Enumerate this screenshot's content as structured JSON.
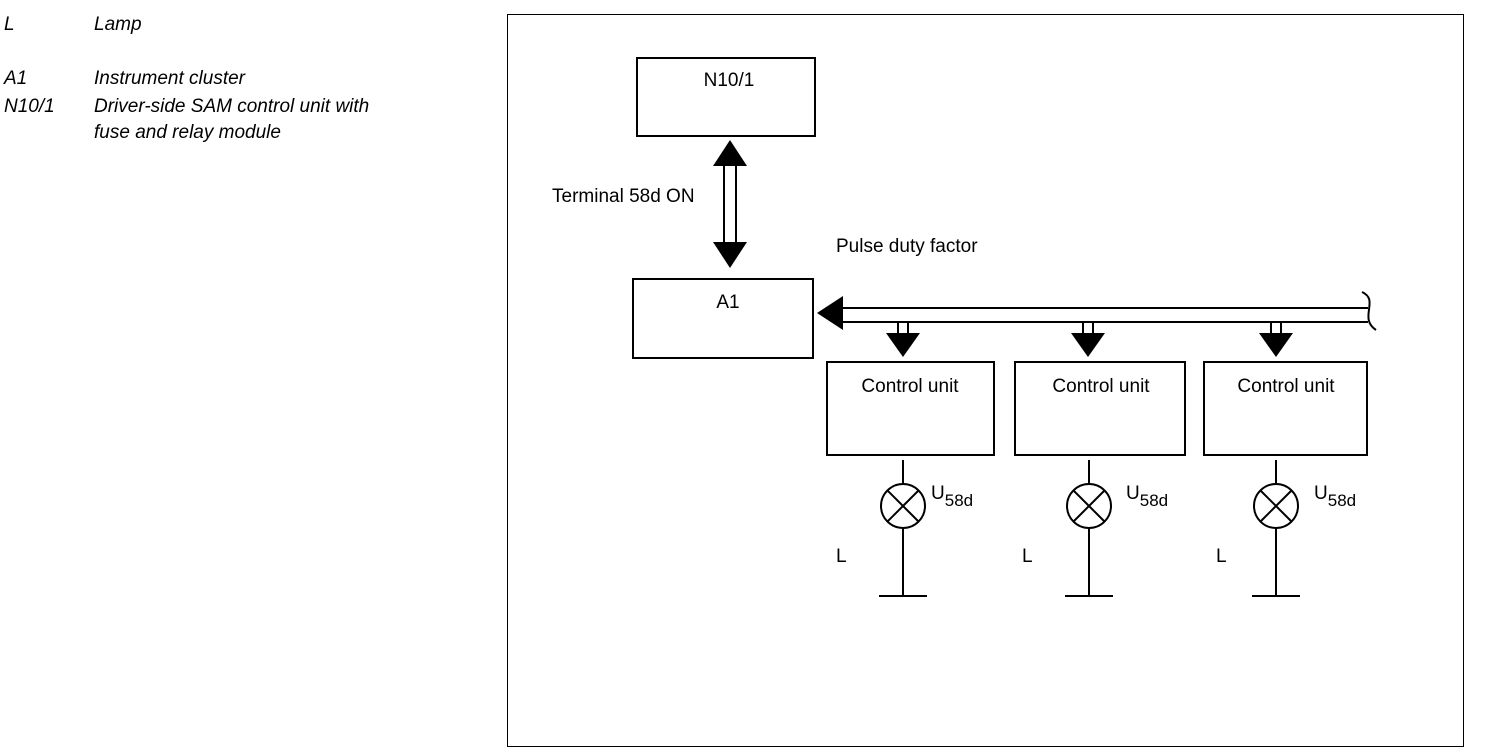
{
  "legend": [
    {
      "abbr": "L",
      "desc": "Lamp"
    },
    {
      "abbr": "A1",
      "desc": "Instrument cluster"
    },
    {
      "abbr": "N10/1",
      "desc": "Driver-side SAM control unit with"
    },
    {
      "abbr": "",
      "desc": "fuse and relay module"
    }
  ],
  "diagram": {
    "box_n10": "N10/1",
    "box_a1": "A1",
    "label_terminal": "Terminal 58d ON",
    "label_pulse": "Pulse duty factor",
    "control_units": [
      {
        "label": "Control unit",
        "lamp": "L",
        "voltage_main": "U",
        "voltage_sub": "58d"
      },
      {
        "label": "Control unit",
        "lamp": "L",
        "voltage_main": "U",
        "voltage_sub": "58d"
      },
      {
        "label": "Control unit",
        "lamp": "L",
        "voltage_main": "U",
        "voltage_sub": "58d"
      }
    ]
  }
}
